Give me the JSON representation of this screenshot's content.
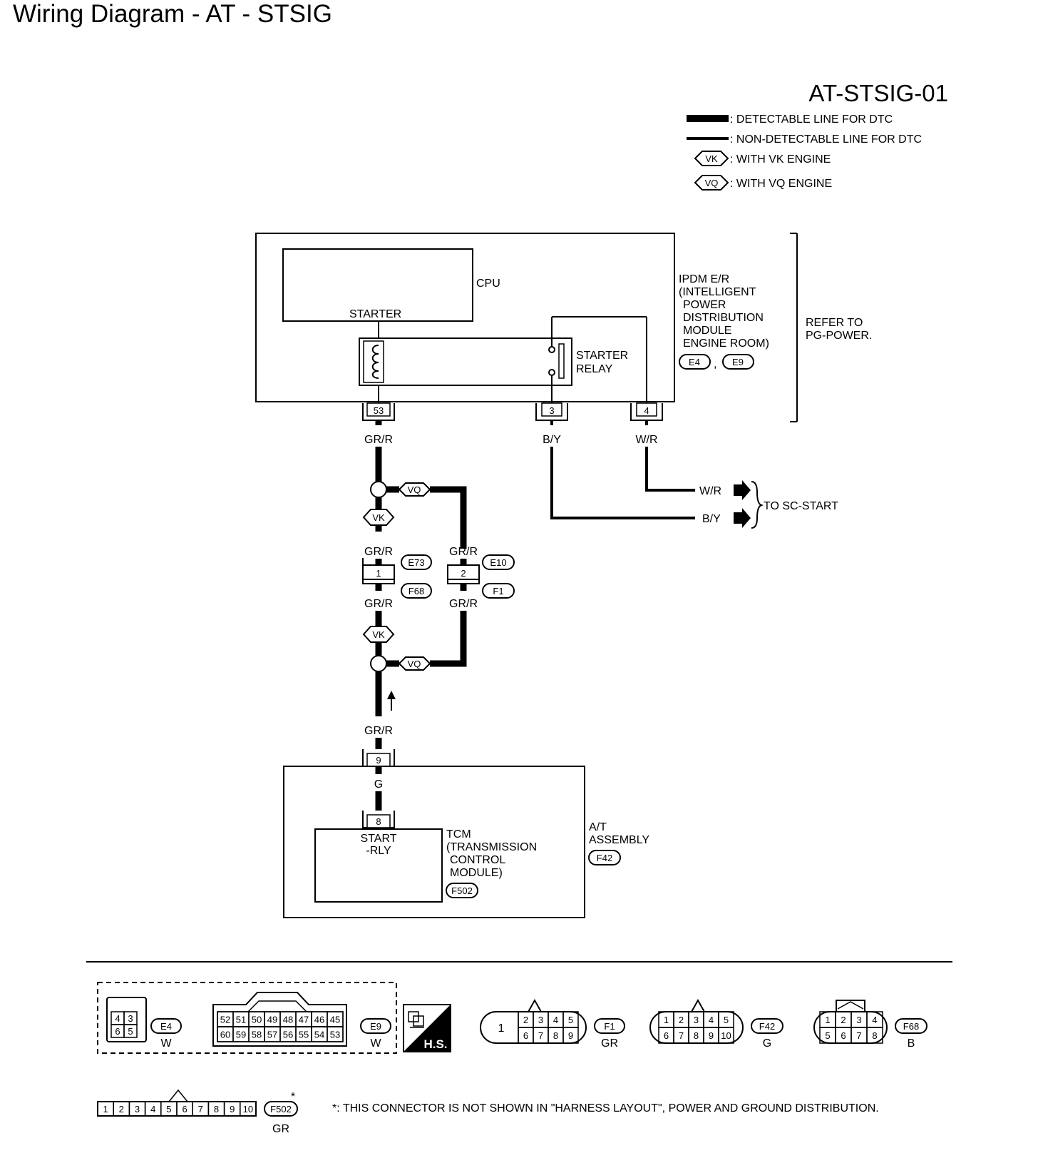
{
  "page_title": "Wiring Diagram - AT - STSIG",
  "diagram_id": "AT-STSIG-01",
  "legend": {
    "detectable": ": DETECTABLE LINE FOR DTC",
    "non_detectable": ": NON-DETECTABLE LINE FOR DTC",
    "vk_tag": "VK",
    "vk_text": ": WITH VK ENGINE",
    "vq_tag": "VQ",
    "vq_text": ": WITH VQ ENGINE"
  },
  "ipdm": {
    "cpu_label": "CPU",
    "starter_label": "STARTER",
    "relay_label_1": "STARTER",
    "relay_label_2": "RELAY",
    "name_lines": [
      "IPDM E/R",
      "(INTELLIGENT",
      "POWER",
      "DISTRIBUTION",
      "MODULE",
      "ENGINE ROOM)"
    ],
    "connectors": [
      "E4",
      "E9"
    ],
    "connector_sep": ",",
    "refer_1": "REFER TO",
    "refer_2": "PG-POWER.",
    "pins": [
      "53",
      "3",
      "4"
    ],
    "wires": [
      "GR/R",
      "B/Y",
      "W/R"
    ]
  },
  "sc_start": {
    "wr": "W/R",
    "by": "B/Y",
    "label": "TO SC-START"
  },
  "harness": {
    "vq": "VQ",
    "vk": "VK",
    "left": {
      "wire_top": "GR/R",
      "pin": "1",
      "wire_bottom": "GR/R",
      "conn_top": "E73",
      "conn_bottom": "F68"
    },
    "right": {
      "wire_top": "GR/R",
      "pin": "2",
      "wire_bottom": "GR/R",
      "conn_top": "E10",
      "conn_bottom": "F1"
    },
    "lower_wire": "GR/R"
  },
  "at_assembly": {
    "pin_top": "9",
    "inner_wire": "G",
    "pin_tcm": "8",
    "start_rly_1": "START",
    "start_rly_2": "-RLY",
    "tcm_lines": [
      "TCM",
      "(TRANSMISSION",
      "CONTROL",
      "MODULE)"
    ],
    "tcm_conn": "F502",
    "asm_1": "A/T",
    "asm_2": "ASSEMBLY",
    "asm_conn": "F42"
  },
  "connector_views": {
    "e4": {
      "id": "E4",
      "color": "W",
      "pins": [
        "4",
        "3",
        "6",
        "5"
      ]
    },
    "e9": {
      "id": "E9",
      "color": "W",
      "top": [
        "52",
        "51",
        "50",
        "49",
        "48",
        "47",
        "46",
        "45"
      ],
      "bottom": [
        "60",
        "59",
        "58",
        "57",
        "56",
        "55",
        "54",
        "53"
      ]
    },
    "hs": "H.S.",
    "f1": {
      "id": "F1",
      "color": "GR",
      "big": "1",
      "top": [
        "2",
        "3",
        "4",
        "5"
      ],
      "bottom": [
        "6",
        "7",
        "8",
        "9"
      ]
    },
    "f42": {
      "id": "F42",
      "color": "G",
      "top": [
        "1",
        "2",
        "3",
        "4",
        "5"
      ],
      "bottom": [
        "6",
        "7",
        "8",
        "9",
        "10"
      ]
    },
    "f68": {
      "id": "F68",
      "color": "B",
      "top": [
        "1",
        "2",
        "3",
        "4"
      ],
      "bottom": [
        "5",
        "6",
        "7",
        "8"
      ]
    },
    "f502": {
      "id": "F502",
      "color": "GR",
      "pins": [
        "1",
        "2",
        "3",
        "4",
        "5",
        "6",
        "7",
        "8",
        "9",
        "10"
      ],
      "star": "*"
    }
  },
  "footnote": "*: THIS CONNECTOR IS NOT SHOWN IN \"HARNESS LAYOUT\",  POWER AND GROUND DISTRIBUTION."
}
